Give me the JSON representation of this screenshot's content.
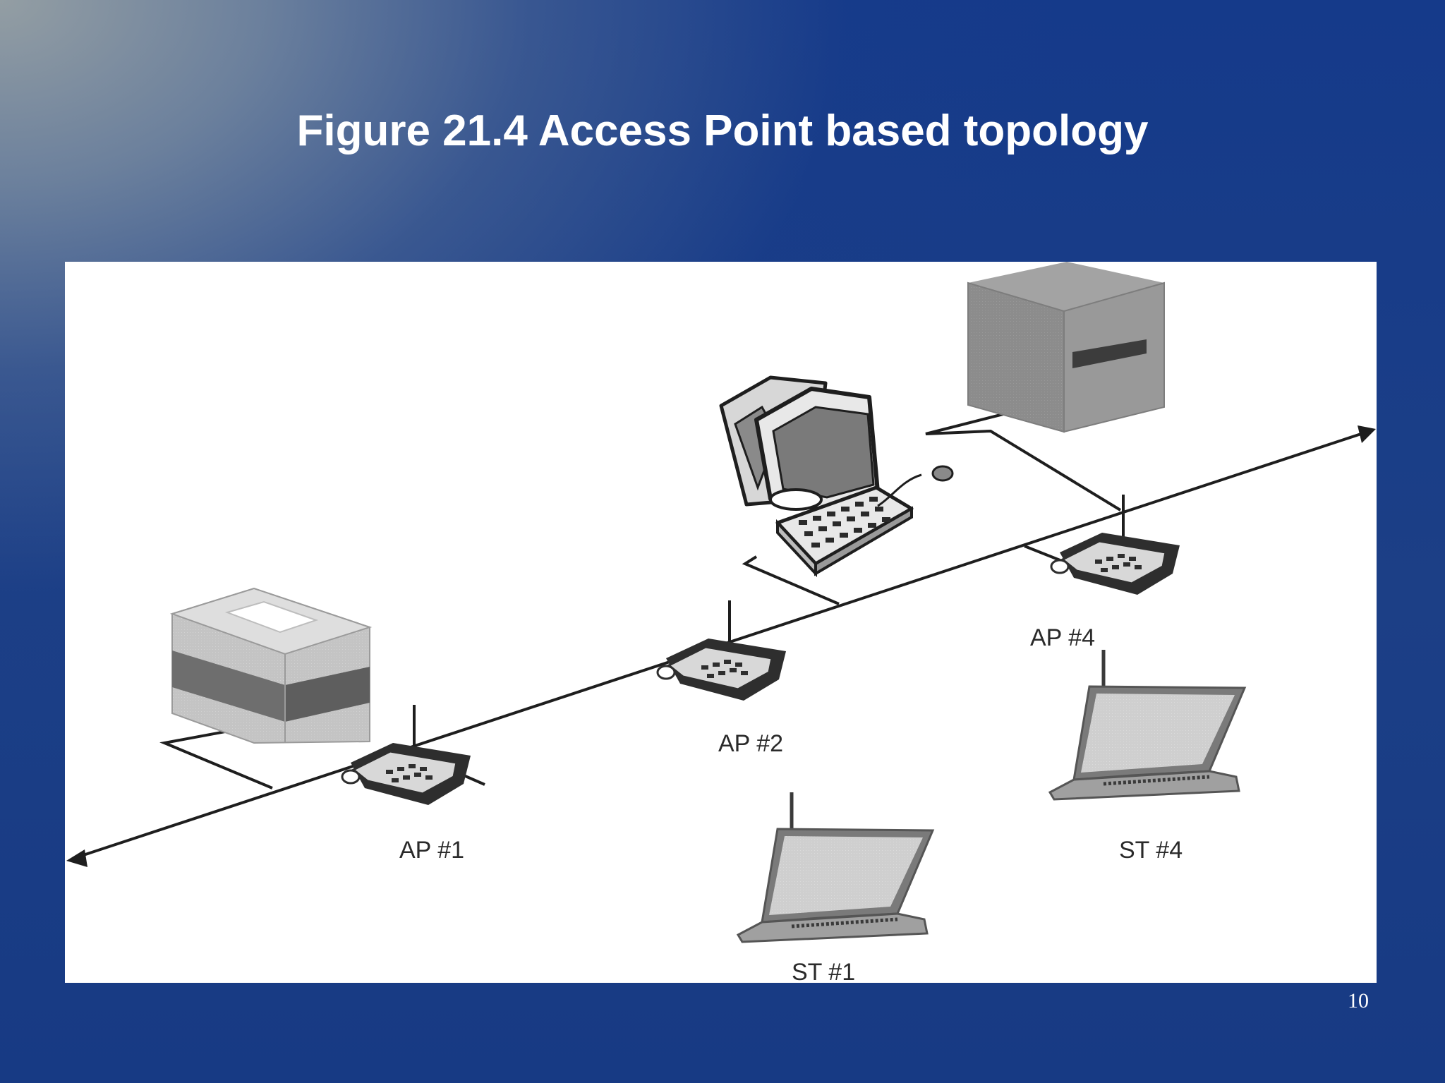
{
  "slide": {
    "title": "Figure 21.4 Access Point based topology",
    "page_number": "10"
  },
  "diagram": {
    "labels": {
      "ap1": "AP #1",
      "ap2": "AP #2",
      "ap4": "AP #4",
      "st1": "ST #1",
      "st4": "ST #4"
    }
  },
  "colors": {
    "slide_background": "#1a3c86",
    "title_text": "#ffffff",
    "figure_background": "#ffffff",
    "device_gray": "#8a8a8a",
    "line_black": "#1e1e1e"
  },
  "icons": {
    "printer": "printer-icon",
    "workstation": "desktop-computer-icon",
    "server": "server-cube-icon",
    "access_point": "base-station-phone-icon",
    "station": "wireless-laptop-icon"
  }
}
